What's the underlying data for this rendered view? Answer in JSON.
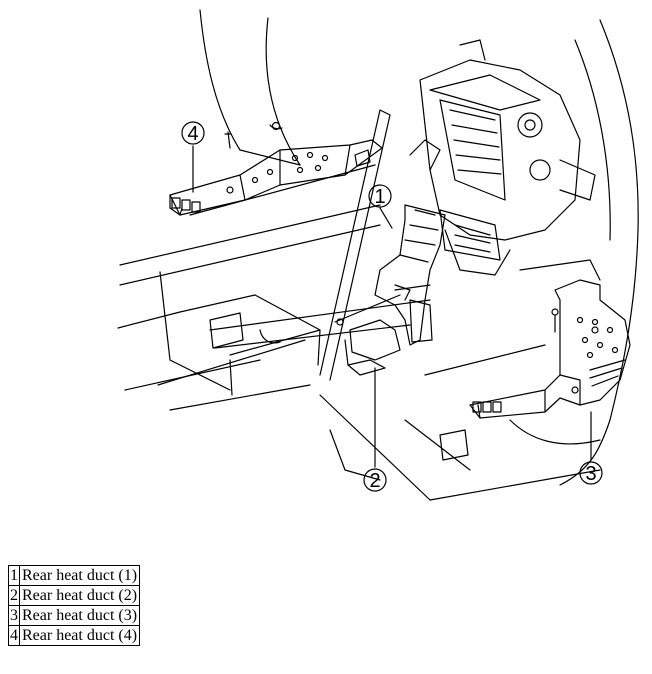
{
  "callouts": [
    "1",
    "2",
    "3",
    "4"
  ],
  "legend": {
    "rows": [
      {
        "num": "1",
        "label": "Rear heat duct (1)"
      },
      {
        "num": "2",
        "label": "Rear heat duct (2)"
      },
      {
        "num": "3",
        "label": "Rear heat duct (3)"
      },
      {
        "num": "4",
        "label": "Rear heat duct (4)"
      }
    ]
  }
}
